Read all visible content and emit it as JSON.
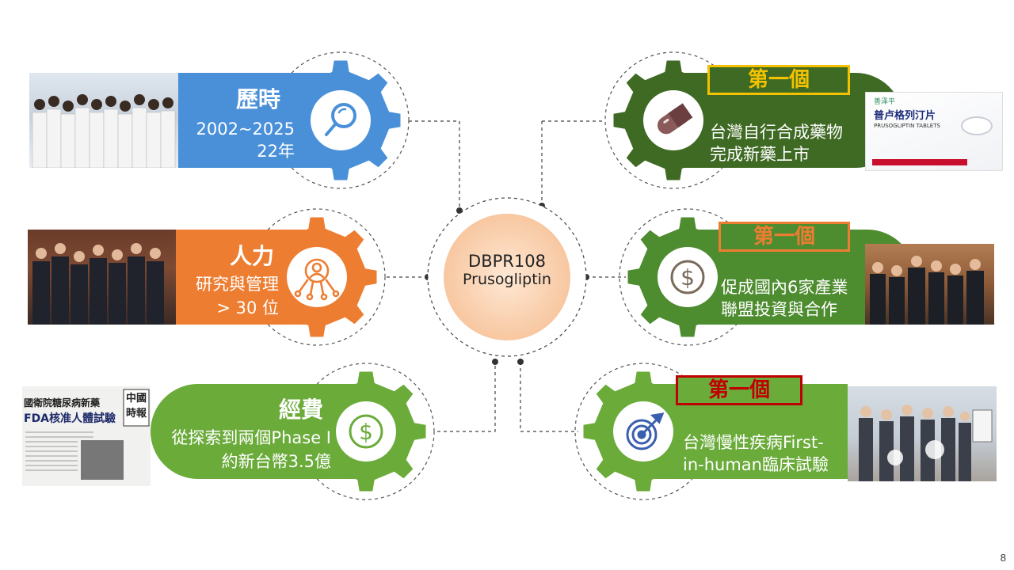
{
  "center": {
    "line1": "DBPR108",
    "line2": "Prusogliptin"
  },
  "cards": {
    "history": {
      "title": "歷時",
      "line1": "2002~2025",
      "line2": "22年"
    },
    "people": {
      "title": "人力",
      "line1": "研究與管理",
      "line2": "> 30 位"
    },
    "funding": {
      "title": "經費",
      "line1": "從探索到兩個Phase I",
      "line2": "約新台幣3.5億"
    },
    "drug": {
      "badge": "第一個",
      "line1": "台灣自行合成藥物",
      "line2": "完成新藥上市"
    },
    "alliance": {
      "badge": "第一個",
      "line1": "促成國內6家產業",
      "line2": "聯盟投資與合作"
    },
    "clinical": {
      "badge": "第一個",
      "line1": "台灣慢性疾病First-",
      "line2": "in-human臨床試驗"
    }
  },
  "product_box": {
    "name_zh": "普卢格列汀片",
    "name_en": "PRUSOGLIPTIN TABLETS",
    "brand": "善泽平"
  },
  "newspaper": {
    "headline1": "國衛院糖尿病新藥",
    "headline2": "FDA核准人體試驗",
    "masthead": "中國時報"
  },
  "colors": {
    "blue": "#4a90d9",
    "orange": "#ed7d31",
    "green": "#6aab3a",
    "dark_green": "#3f6a24",
    "mid_green": "#4e8c30",
    "gold": "#f2c200",
    "red": "#c00000"
  },
  "icons": {
    "history": "magnifier-icon",
    "people": "network-person-icon",
    "funding": "dollar-icon",
    "drug": "capsule-icon",
    "alliance": "dollar-icon",
    "clinical": "target-icon"
  },
  "page_number": "8"
}
